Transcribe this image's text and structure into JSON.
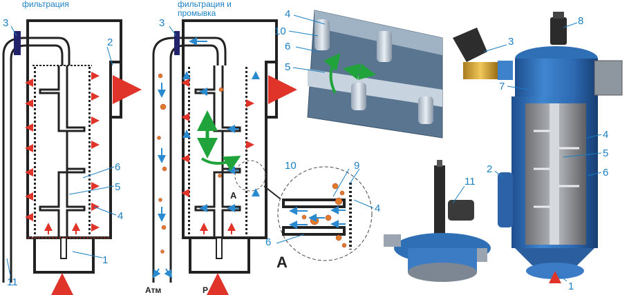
{
  "captions": {
    "left": "фильтрация",
    "middle": "фильтрация и\nпромывка"
  },
  "labels": {
    "n1": "1",
    "n2": "2",
    "n3": "3",
    "n4": "4",
    "n5": "5",
    "n6": "6",
    "n7": "7",
    "n8": "8",
    "n9": "9",
    "n10": "10",
    "n11": "11"
  },
  "bottom": {
    "atm": "Атм",
    "p": "Р"
  },
  "section": {
    "a_small": "А",
    "a_big": "А"
  },
  "colors": {
    "label": "#1a7fc2",
    "flow_red": "#e0342b",
    "flow_blue": "#2a8ad0",
    "motion_green": "#1fa33a",
    "housing_blue": "#2f6fb5"
  }
}
